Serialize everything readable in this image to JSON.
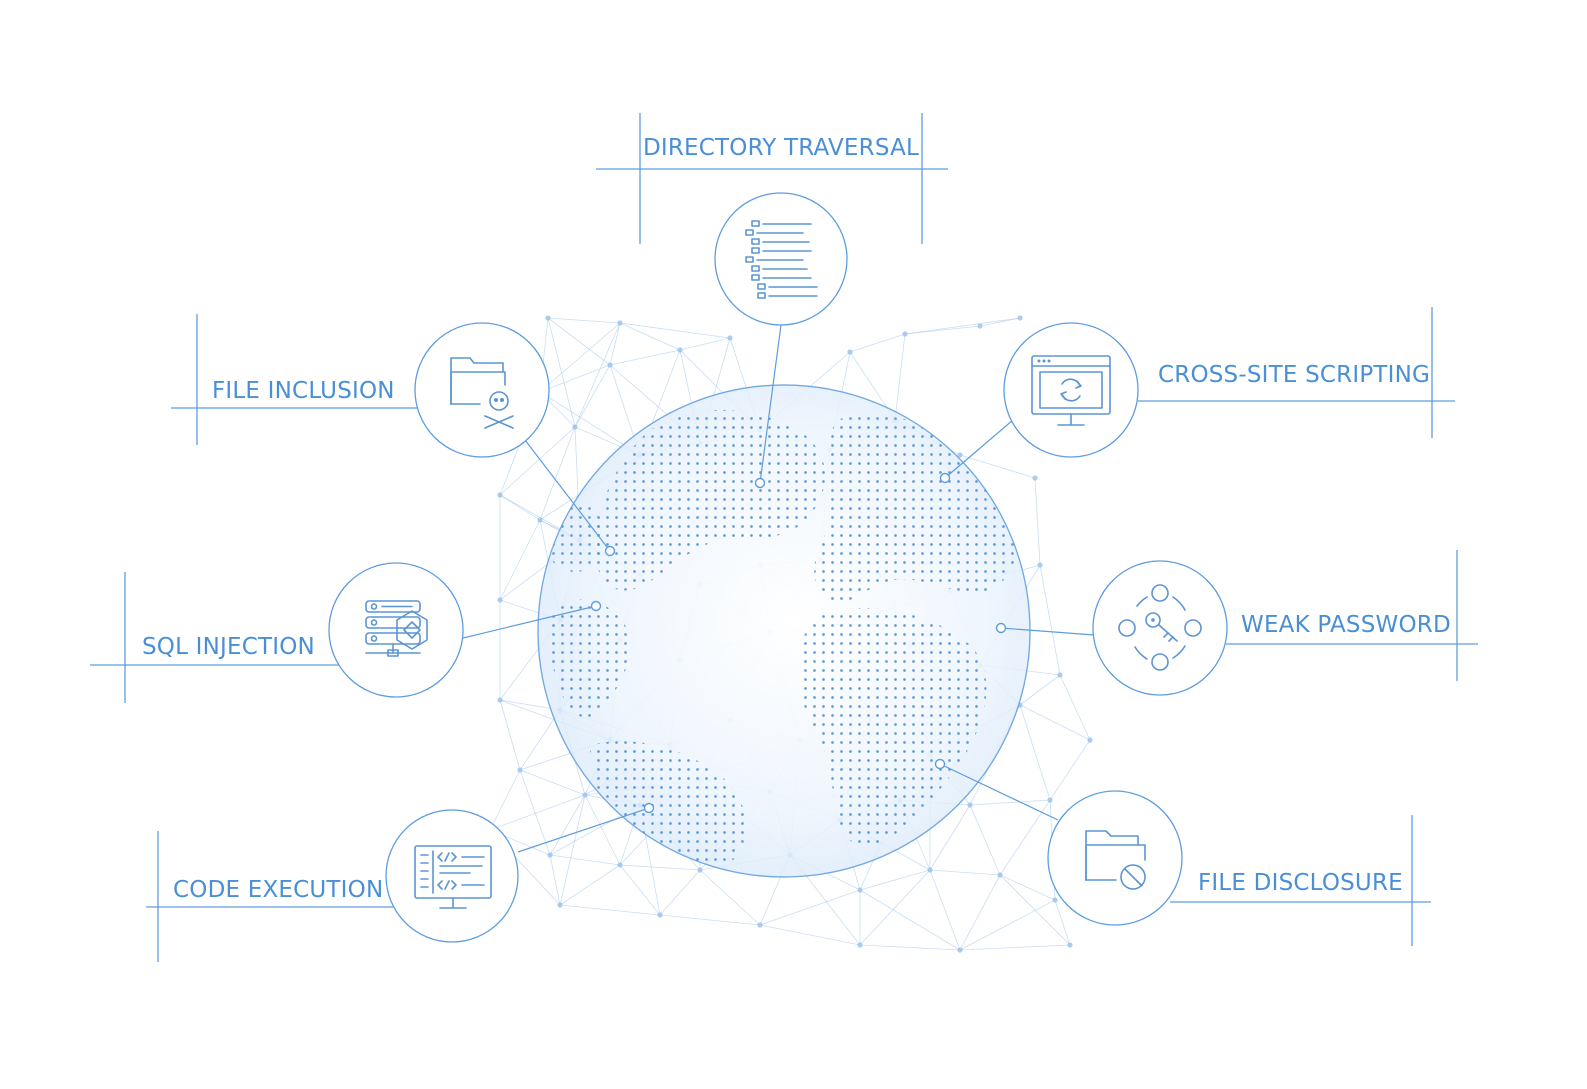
{
  "topics": [
    {
      "id": "directory-traversal",
      "label": "DIRECTORY TRAVERSAL",
      "icon": "folder-tree-icon"
    },
    {
      "id": "file-inclusion",
      "label": "FILE INCLUSION",
      "icon": "folder-skull-icon"
    },
    {
      "id": "cross-site-scripting",
      "label": "CROSS-SITE SCRIPTING",
      "icon": "monitor-refresh-icon"
    },
    {
      "id": "sql-injection",
      "label": "SQL INJECTION",
      "icon": "database-server-icon"
    },
    {
      "id": "weak-password",
      "label": "WEAK PASSWORD",
      "icon": "key-cycle-icon"
    },
    {
      "id": "code-execution",
      "label": "CODE EXECUTION",
      "icon": "code-monitor-icon"
    },
    {
      "id": "file-disclosure",
      "label": "FILE DISCLOSURE",
      "icon": "folder-blocked-icon"
    }
  ],
  "colors": {
    "accent": "#5d9ddf",
    "text": "#4a8fd6",
    "globe": "#5b95d3",
    "network": "#9fc4ec"
  }
}
